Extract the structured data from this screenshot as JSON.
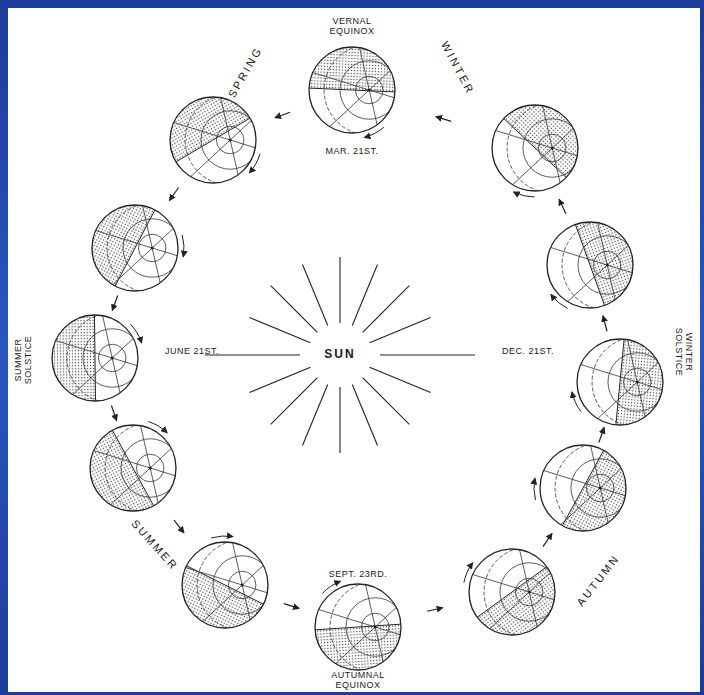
{
  "diagram": {
    "labels": [
      "VERNAL EQUINOX",
      "MAR. 21ST.",
      "WINTER",
      "SPRING",
      "SUMMER SOLSTICE",
      "JUNE 21ST.",
      "SUN",
      "DEC. 21ST.",
      "WINTER SOLSTICE",
      "SUMMER",
      "AUTUMN",
      "SEPT. 23RD.",
      "AUTUMNAL EQUINOX"
    ]
  }
}
